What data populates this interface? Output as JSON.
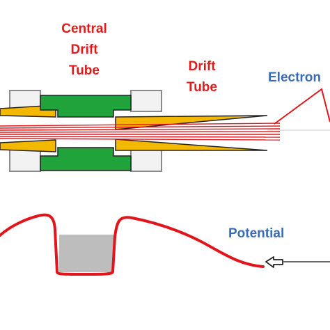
{
  "labels": {
    "central_drift_tube": [
      "Central",
      "Drift",
      "Tube"
    ],
    "drift_tube": [
      "Drift",
      "Tube"
    ],
    "electron": "Electron",
    "potential": "Potential"
  },
  "colors": {
    "label_red": "#e01b1b",
    "label_blue": "#3a6cb5",
    "tube_green": "#1fa33a",
    "cone_yellow": "#f5b800",
    "beam_red": "#e0161c",
    "potential_red": "#e0161c",
    "well_gray": "#bdbdbd",
    "arrow_gray": "#6a6a6a"
  },
  "icons": {
    "input_arrow": "hollow-left-arrow-icon"
  }
}
